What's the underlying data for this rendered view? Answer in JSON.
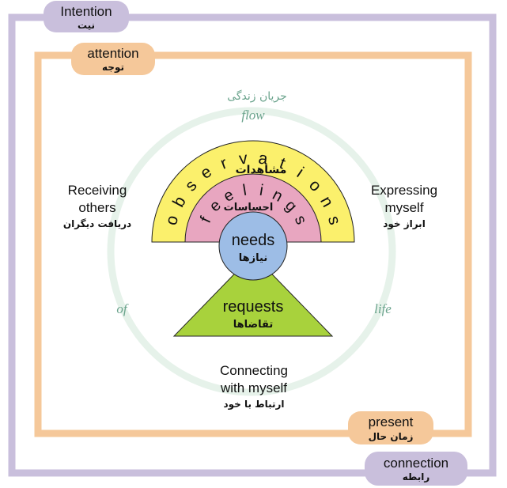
{
  "frames": {
    "outer": {
      "en": "Intention",
      "fa": "نیت",
      "color": "#c9bfdc"
    },
    "inner": {
      "en": "attention",
      "fa": "توجه",
      "color": "#f5c89a"
    },
    "inner_bottom": {
      "en": "present",
      "fa": "زمان حال"
    },
    "outer_bottom": {
      "en": "connection",
      "fa": "رابطه"
    }
  },
  "flow": {
    "fa": "جریان زندگی",
    "words": {
      "top": "flow",
      "left": "of",
      "right": "life"
    },
    "ring_color": "#e6f2ea",
    "text_color": "#6aa38c"
  },
  "quadrants": {
    "receiving": {
      "line1": "Receiving",
      "line2": "others",
      "fa": "دریافت دیگران"
    },
    "expressing": {
      "line1": "Expressing",
      "line2": "myself",
      "fa": "ابراز خود"
    },
    "connecting": {
      "line1": "Connecting",
      "line2": "with myself",
      "fa": "ارتباط با خود"
    }
  },
  "core": {
    "observations": {
      "letters": [
        "o",
        "b",
        "s",
        "e",
        "r",
        "v",
        "a",
        "t",
        "i",
        "o",
        "n",
        "s"
      ],
      "fa": "مشاهدات",
      "color": "#fbf06c"
    },
    "feelings": {
      "letters": [
        "f",
        "e",
        "e",
        "l",
        "i",
        "n",
        "g",
        "s"
      ],
      "fa": "احساسات",
      "color": "#e8a6c0"
    },
    "needs": {
      "en": "needs",
      "fa": "نیازها",
      "color": "#9dbde6"
    },
    "requests": {
      "en": "requests",
      "fa": "تقاضاها",
      "color": "#a8d23c"
    }
  }
}
